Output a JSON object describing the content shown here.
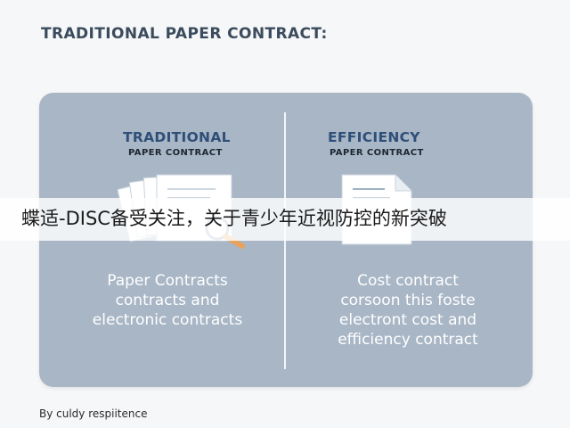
{
  "header": {
    "title": "TRADITIONAL PAPER CONTRACT:"
  },
  "left_column": {
    "heading": "TRADITIONAL",
    "subheading": "PAPER CONTRACT",
    "body_lines": [
      "Paper Contracts",
      "contracts and",
      "electronic contracts"
    ],
    "icon": "paper-stack-magnifier-icon"
  },
  "right_column": {
    "heading": "EFFICIENCY",
    "subheading": "PAPER CONTRACT",
    "body_lines": [
      "Cost contract",
      "corsoon this foste",
      "electront cost and",
      "efficiency contract"
    ],
    "icon": "document-icon"
  },
  "overlay_banner": {
    "text": "蝶适-DISC备受关注，关于青少年近视防控的新突破"
  },
  "footer": {
    "credit": "By culdy respiitence"
  },
  "colors": {
    "panel": "#a8b6c6",
    "heading_blue": "#2f4f78",
    "title_text": "#3b4b5e"
  }
}
